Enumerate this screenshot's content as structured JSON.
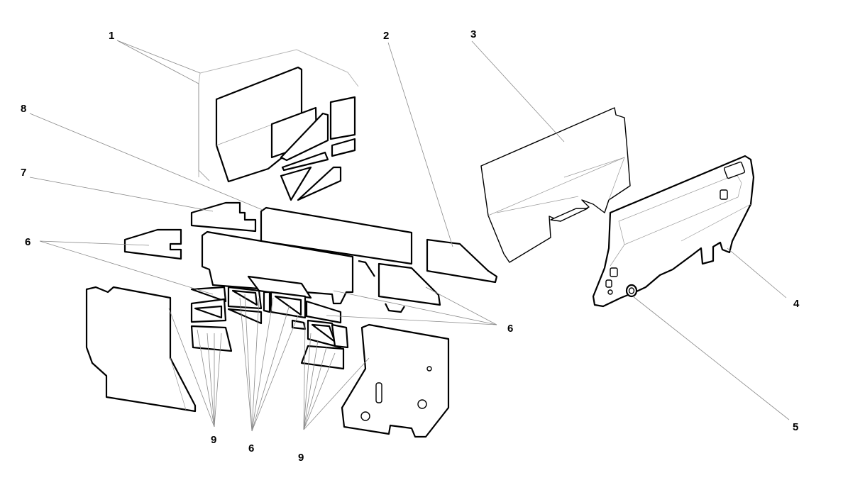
{
  "callouts": [
    {
      "id": "c1",
      "label": "1"
    },
    {
      "id": "c2",
      "label": "2"
    },
    {
      "id": "c3",
      "label": "3"
    },
    {
      "id": "c8",
      "label": "8"
    },
    {
      "id": "c7",
      "label": "7"
    },
    {
      "id": "c6a",
      "label": "6"
    },
    {
      "id": "c6b",
      "label": "6"
    },
    {
      "id": "c6c",
      "label": "6"
    },
    {
      "id": "c4",
      "label": "4"
    },
    {
      "id": "c5",
      "label": "5"
    },
    {
      "id": "c9a",
      "label": "9"
    },
    {
      "id": "c9b",
      "label": "9"
    }
  ],
  "colors": {
    "line": "#000000",
    "leader": "#8a8a8a",
    "background": "#ffffff"
  }
}
